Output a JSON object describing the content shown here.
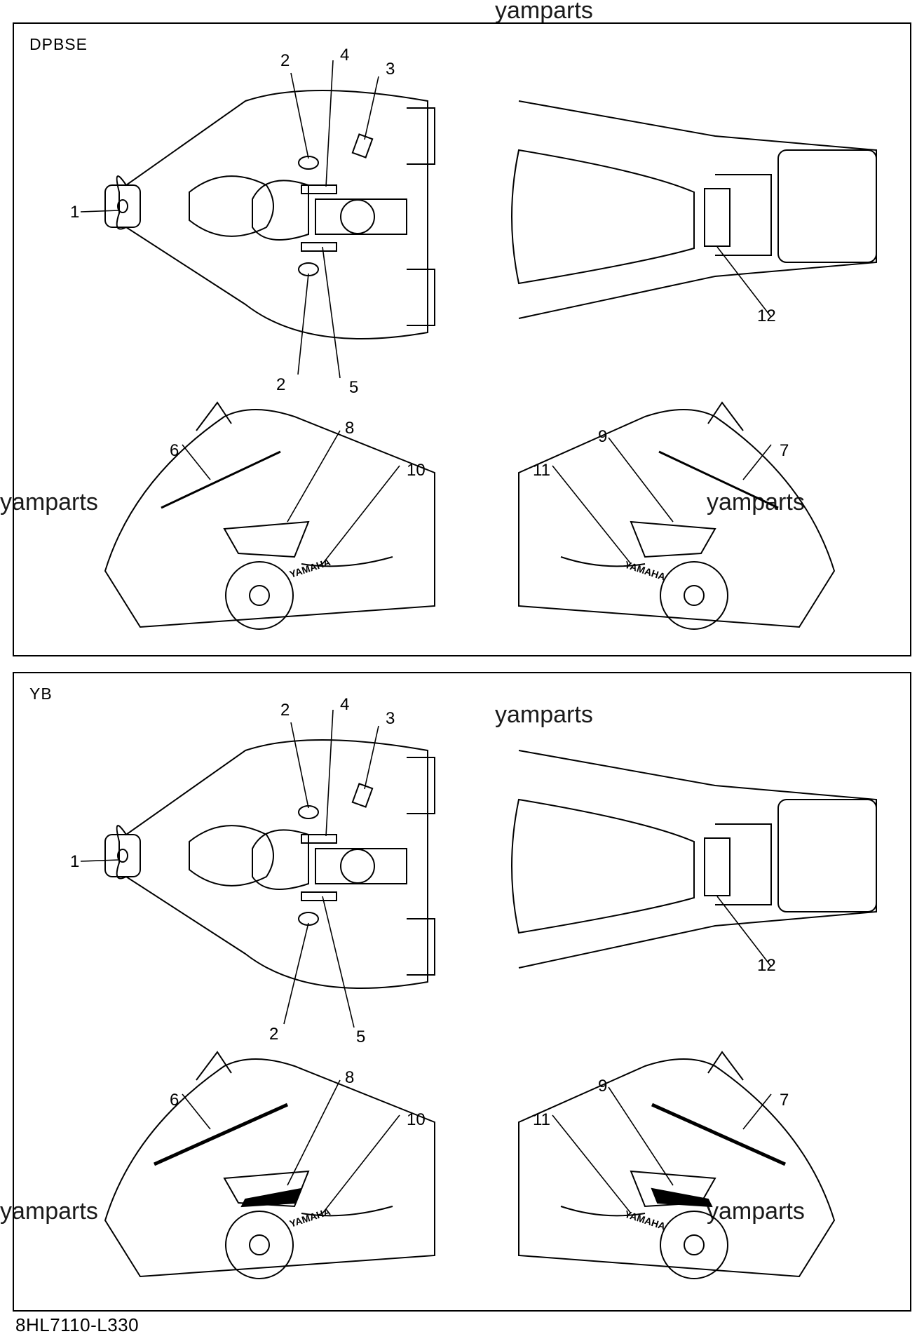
{
  "watermark": "yamparts",
  "panels": [
    {
      "label": "DPBSE",
      "callouts": [
        "1",
        "2",
        "2",
        "3",
        "4",
        "5",
        "6",
        "7",
        "8",
        "9",
        "10",
        "11",
        "12"
      ],
      "brand_text": "YAMAHA"
    },
    {
      "label": "YB",
      "callouts": [
        "1",
        "2",
        "2",
        "3",
        "4",
        "5",
        "6",
        "7",
        "8",
        "9",
        "10",
        "11",
        "12"
      ],
      "brand_text": "YAMAHA"
    }
  ],
  "diagram_code": "8HL7110-L330",
  "colors": {
    "line": "#000000",
    "background": "#ffffff"
  }
}
